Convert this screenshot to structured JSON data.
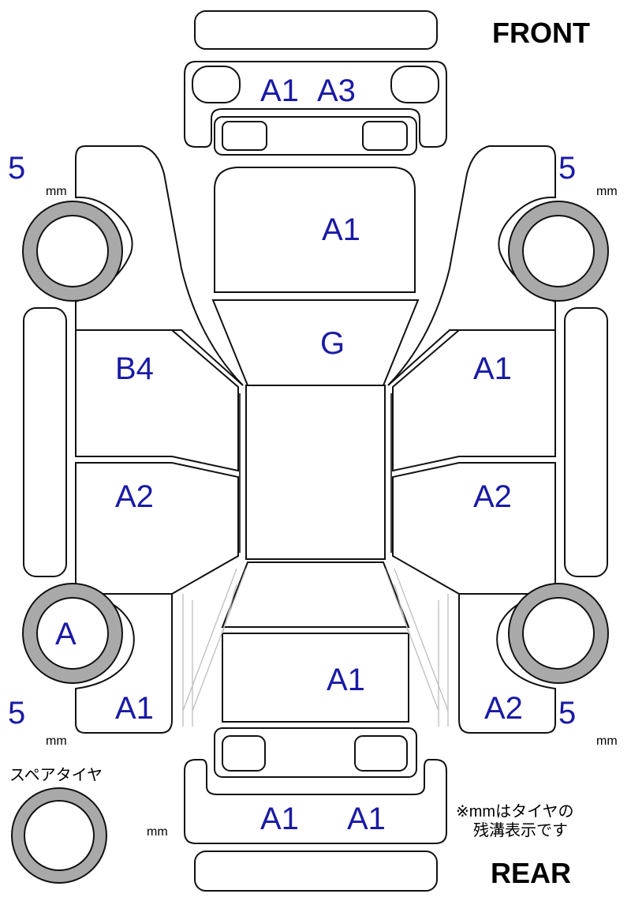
{
  "orientation": {
    "front": "FRONT",
    "rear": "REAR"
  },
  "tread_depth": {
    "unit": "mm",
    "front_left": "5",
    "front_right": "5",
    "rear_left": "5",
    "rear_right": "5",
    "spare_label": "スペアタイヤ",
    "note_line1": "※mmはタイヤの",
    "note_line2": "残溝表示です"
  },
  "damage_marks": {
    "front_bumper_left": "A1",
    "front_bumper_right": "A3",
    "hood": "A1",
    "windshield": "G",
    "left_front_door": "B4",
    "left_rear_door": "A2",
    "right_front_door": "A1",
    "right_rear_door": "A2",
    "left_rear_wheel": "A",
    "left_rear_fender": "A1",
    "trunk": "A1",
    "right_rear_fender": "A2",
    "rear_bumper_left": "A1",
    "rear_bumper_right": "A1"
  },
  "colors": {
    "mark_text": "#1a1aa6",
    "tire_tread": "#a9a9a9",
    "outline": "#111111"
  }
}
